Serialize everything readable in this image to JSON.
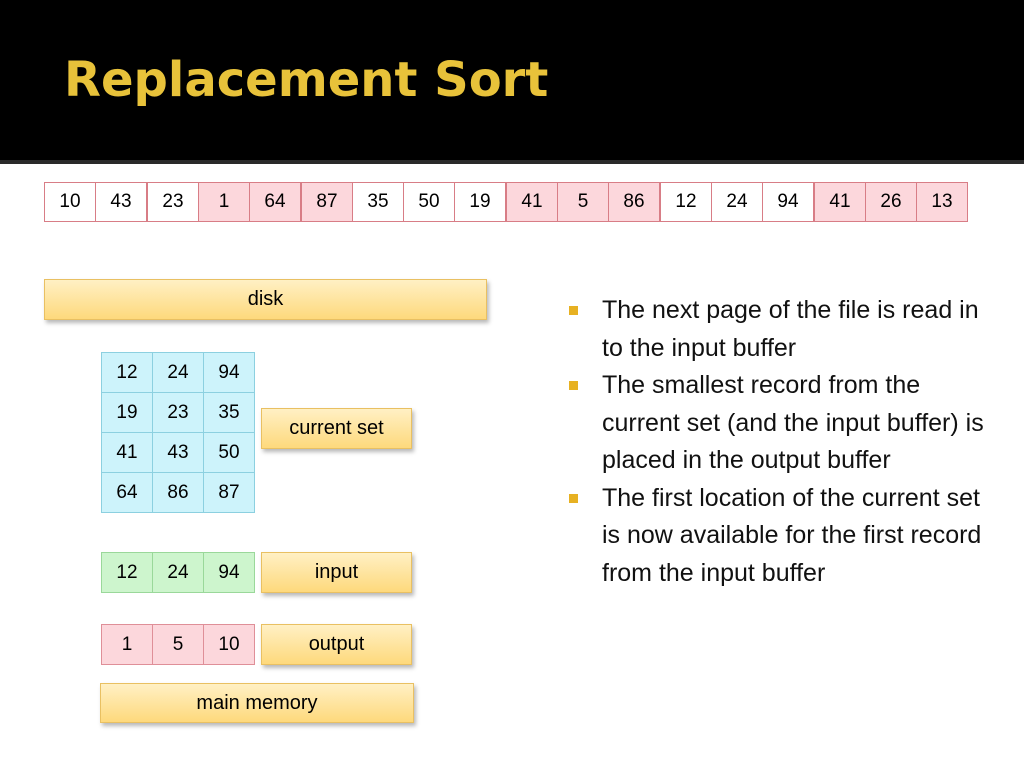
{
  "title": "Replacement Sort",
  "colors": {
    "title": "#e8c23a",
    "header_bg": "#000000",
    "pink_cell": "#fcd7dc",
    "blue_cell": "#cdf3fb",
    "green_cell": "#cdf5cd",
    "label_fill": "#fed97c",
    "bullet": "#e7b122"
  },
  "file_sequence": [
    {
      "value": "10",
      "style": "white"
    },
    {
      "value": "43",
      "style": "white"
    },
    {
      "value": "23",
      "style": "white"
    },
    {
      "value": "1",
      "style": "pink"
    },
    {
      "value": "64",
      "style": "pink"
    },
    {
      "value": "87",
      "style": "pink"
    },
    {
      "value": "35",
      "style": "white"
    },
    {
      "value": "50",
      "style": "white"
    },
    {
      "value": "19",
      "style": "white"
    },
    {
      "value": "41",
      "style": "pink"
    },
    {
      "value": "5",
      "style": "pink"
    },
    {
      "value": "86",
      "style": "pink"
    },
    {
      "value": "12",
      "style": "white"
    },
    {
      "value": "24",
      "style": "white"
    },
    {
      "value": "94",
      "style": "white"
    },
    {
      "value": "41",
      "style": "pink"
    },
    {
      "value": "26",
      "style": "pink"
    },
    {
      "value": "13",
      "style": "pink"
    }
  ],
  "labels": {
    "disk": "disk",
    "current_set": "current set",
    "input": "input",
    "output": "output",
    "main_memory": "main memory"
  },
  "current_set": [
    [
      "12",
      "24",
      "94"
    ],
    [
      "19",
      "23",
      "35"
    ],
    [
      "41",
      "43",
      "50"
    ],
    [
      "64",
      "86",
      "87"
    ]
  ],
  "input_buffer": [
    "12",
    "24",
    "94"
  ],
  "output_buffer": [
    "1",
    "5",
    "10"
  ],
  "bullets": [
    "The next page of the file is read in to the input buffer",
    "The smallest record from the current set (and the input buffer) is placed in the output buffer",
    "The first location of the current set is now available for the first record from the input buffer"
  ]
}
